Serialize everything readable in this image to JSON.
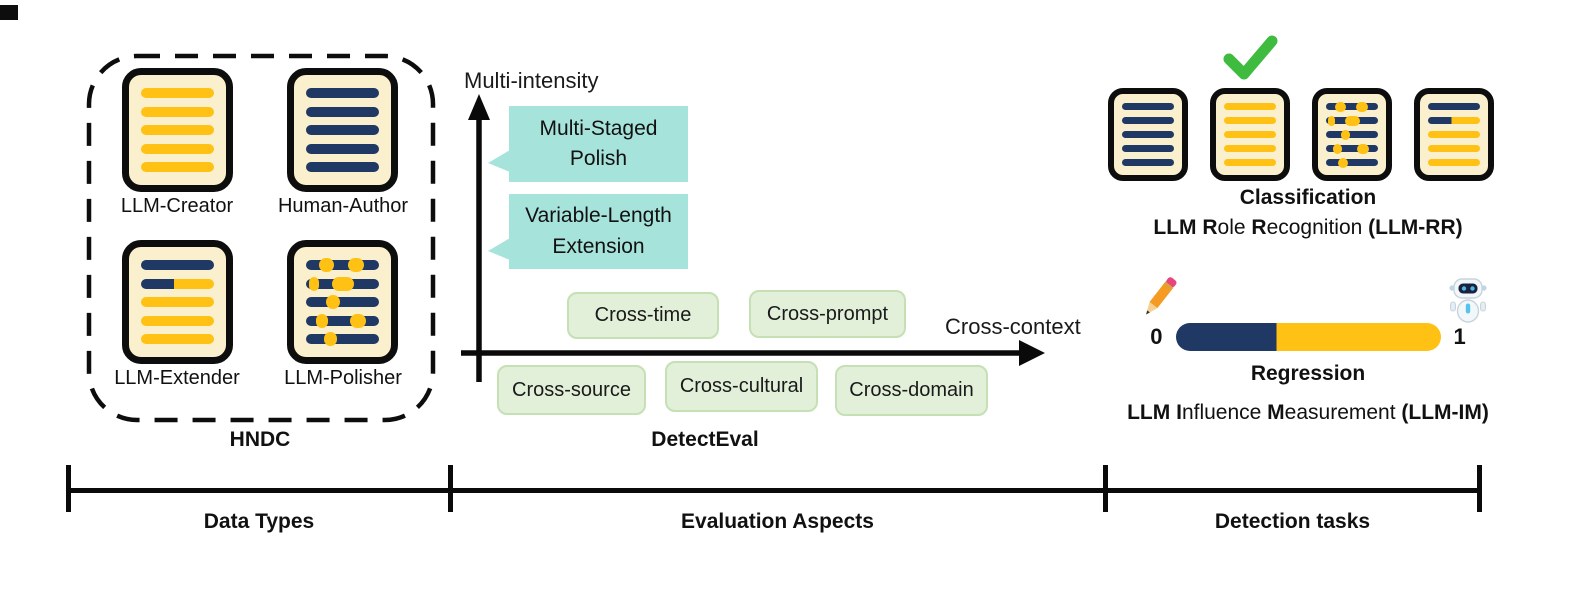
{
  "colors": {
    "navy": "#1F3864",
    "gold": "#FFC113",
    "doc_fill": "#FAF0CD",
    "doc_border": "#0D0D0D",
    "teal_bubble": "#A6E3DB",
    "pill_fill": "#E2F0D9",
    "pill_border": "#C5E0B4",
    "check_green": "#3FBB3F"
  },
  "data_types": {
    "section_label": "Data Types",
    "group_label": "HNDC",
    "docs": [
      {
        "name": "LLM-Creator",
        "variant": "creator"
      },
      {
        "name": "Human-Author",
        "variant": "human"
      },
      {
        "name": "LLM-Extender",
        "variant": "extender"
      },
      {
        "name": "LLM-Polisher",
        "variant": "polisher"
      }
    ]
  },
  "evaluation": {
    "section_label": "Evaluation Aspects",
    "group_label": "DetectEval",
    "y_axis_label": "Multi-intensity",
    "x_axis_label": "Cross-context",
    "bubbles": [
      "Multi-Staged Polish",
      "Variable-Length Extension"
    ],
    "pills_above_axis": [
      "Cross-time",
      "Cross-prompt"
    ],
    "pills_below_axis": [
      "Cross-source",
      "Cross-cultural",
      "Cross-domain"
    ]
  },
  "detection": {
    "section_label": "Detection tasks",
    "classification": {
      "title": "Classification",
      "subtitle_segments": [
        {
          "text": "LLM ",
          "bold": true
        },
        {
          "text": "R",
          "bold": true
        },
        {
          "text": "ole ",
          "bold": false
        },
        {
          "text": "R",
          "bold": true
        },
        {
          "text": "ecognition ",
          "bold": false
        },
        {
          "text": "(LLM-RR)",
          "bold": true
        }
      ],
      "docs": [
        {
          "variant": "human"
        },
        {
          "variant": "creator",
          "checked": true
        },
        {
          "variant": "polisher"
        },
        {
          "variant": "extender"
        }
      ],
      "check_icon": "check-icon"
    },
    "regression": {
      "title": "Regression",
      "scale_min": "0",
      "scale_max": "1",
      "left_icon": "pencil-icon",
      "right_icon": "robot-icon",
      "subtitle_segments": [
        {
          "text": "LLM ",
          "bold": true
        },
        {
          "text": "I",
          "bold": true
        },
        {
          "text": "nfluence ",
          "bold": false
        },
        {
          "text": "M",
          "bold": true
        },
        {
          "text": "easurement ",
          "bold": false
        },
        {
          "text": "(LLM-IM)",
          "bold": true
        }
      ]
    }
  }
}
